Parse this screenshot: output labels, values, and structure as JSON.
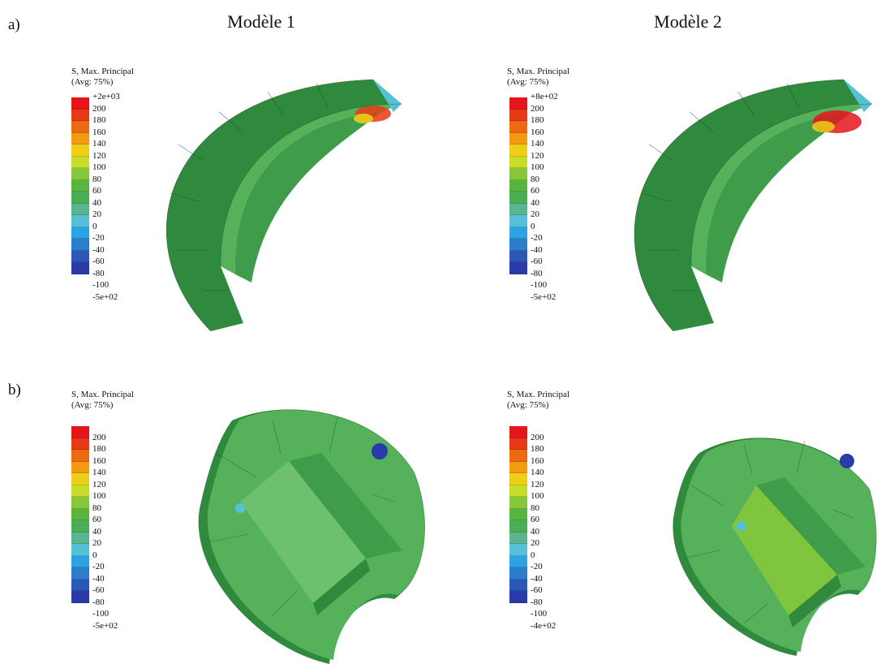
{
  "rows": [
    {
      "label": "a)"
    },
    {
      "label": "b)"
    }
  ],
  "columns": [
    {
      "title": "Modèle 1"
    },
    {
      "title": "Modèle 2"
    }
  ],
  "legend_colors": [
    "#e8141c",
    "#e63a16",
    "#ee6a12",
    "#f39a10",
    "#eccf16",
    "#c8dc2a",
    "#86c83a",
    "#58b640",
    "#4cae54",
    "#5ab490",
    "#56c0d8",
    "#2aa4e2",
    "#2c7ecc",
    "#2b58b6",
    "#2a3aa8"
  ],
  "panels": [
    {
      "id": "a1",
      "legend_title": [
        "S, Max. Principal",
        "(Avg: 75%)"
      ],
      "legend_labels": [
        "+2e+03",
        "200",
        "180",
        "160",
        "140",
        "120",
        "100",
        "80",
        "60",
        "40",
        "20",
        "0",
        "-20",
        "-40",
        "-60",
        "-80",
        "-100",
        "-5e+02"
      ]
    },
    {
      "id": "a2",
      "legend_title": [
        "S, Max. Principal",
        "(Avg: 75%)"
      ],
      "legend_labels": [
        "+8e+02",
        "200",
        "180",
        "160",
        "140",
        "120",
        "100",
        "80",
        "60",
        "40",
        "20",
        "0",
        "-20",
        "-40",
        "-60",
        "-80",
        "-100",
        "-5e+02"
      ]
    },
    {
      "id": "b1",
      "legend_title": [
        "S, Max. Principal",
        "(Avg: 75%)"
      ],
      "legend_labels": [
        "",
        "200",
        "180",
        "160",
        "140",
        "120",
        "100",
        "80",
        "60",
        "40",
        "20",
        "0",
        "-20",
        "-40",
        "-60",
        "-80",
        "-100",
        "-5e+02"
      ]
    },
    {
      "id": "b2",
      "legend_title": [
        "S, Max. Principal",
        "(Avg: 75%)"
      ],
      "legend_labels": [
        "",
        "200",
        "180",
        "160",
        "140",
        "120",
        "100",
        "80",
        "60",
        "40",
        "20",
        "0",
        "-20",
        "-40",
        "-60",
        "-80",
        "-100",
        "-4e+02"
      ]
    }
  ],
  "mesh_colors": {
    "face": "#56b25a",
    "face_light": "#6cc06e",
    "side": "#2f8a3e",
    "inner": "#3e9c4a",
    "edge": "#1b4a22"
  }
}
